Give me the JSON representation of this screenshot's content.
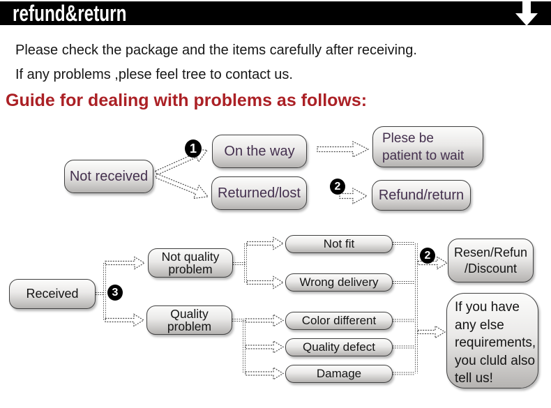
{
  "banner": {
    "title": "refund&return",
    "arrow_icon": "down-arrow",
    "background": "#000000",
    "text_color": "#ffffff"
  },
  "intro": {
    "line1": "Please check the package and the items carefully after receiving.",
    "line2": "If any problems ,plese feel tree to contact us."
  },
  "heading": {
    "text": "Guide for dealing with problems as follows:",
    "color": "#ab2025"
  },
  "flow1": {
    "not_received": "Not received",
    "badge_1": "1",
    "on_the_way": "On the way",
    "plese_be_patient": "Plese be\npatient to wait",
    "returned_lost": "Returned/lost",
    "badge_2": "2",
    "refund_return": "Refund/return",
    "text_color": "#44304e"
  },
  "flow2": {
    "received": "Received",
    "badge_3": "3",
    "not_quality_problem": "Not quality\nproblem",
    "quality_problem": "Quality\nproblem",
    "not_fit": "Not fit",
    "wrong_delivery": "Wrong delivery",
    "color_different": "Color different",
    "quality_defect": "Quality defect",
    "damage": "Damage",
    "badge_2": "2",
    "resen_refun_discount": "Resen/Refun\n/Discount",
    "if_you_have": "If you have\nany else\nrequirements,\nyou cluld also\ntell us!",
    "text_color": "#141414"
  },
  "styles": {
    "box_border": "#3f3f3f",
    "box_gradient_top": "#fcfcfb",
    "box_gradient_bottom": "#b5b3b1",
    "connector_color": "#4a4a4a"
  }
}
